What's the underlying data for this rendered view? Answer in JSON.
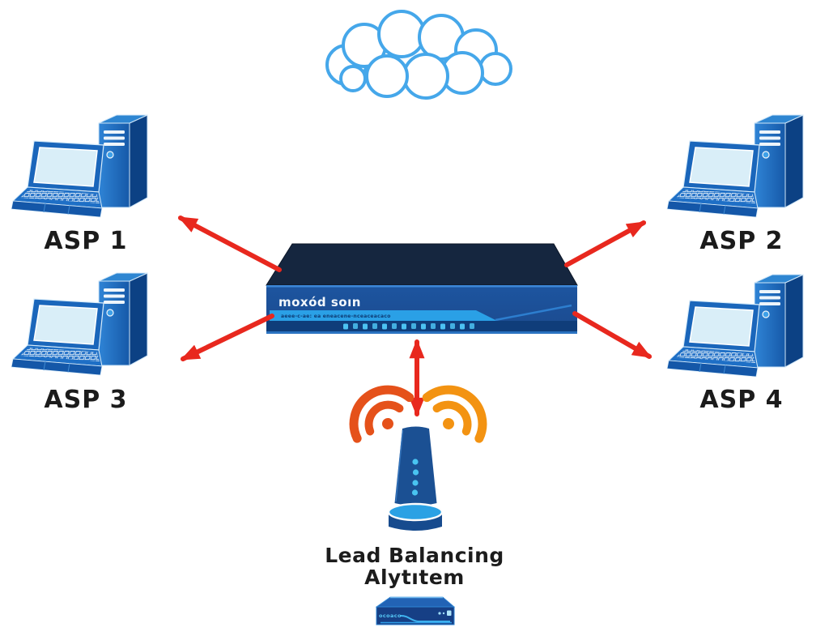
{
  "diagram": {
    "type": "network-load-balancing-topology",
    "caption": {
      "line1": "Lead Balancing",
      "line2": "Alytıtem"
    },
    "workstations": [
      {
        "id": "asp-1",
        "label": "ASP 1"
      },
      {
        "id": "asp-2",
        "label": "ASP 2"
      },
      {
        "id": "asp-3",
        "label": "ASP 3"
      },
      {
        "id": "asp-4",
        "label": "ASP 4"
      }
    ],
    "load_balancer": {
      "brand_text": "moxód soın",
      "panel_text": "aeee-c-ae: ea eneacene-nceaceacaco",
      "port_count": 14
    },
    "access_point": {
      "status_dot_count": 4,
      "wifi_signals": [
        "wifi-signal-left",
        "wifi-signal-right"
      ]
    },
    "mini_device": {
      "panel_text": "ocoaco"
    },
    "connections": [
      "load-balancer → asp-1",
      "load-balancer → asp-2",
      "load-balancer → asp-3",
      "load-balancer → asp-4",
      "load-balancer ↔ access-point"
    ],
    "icons": [
      "cloud-icon",
      "laptop-icon",
      "desktop-tower-icon",
      "load-balancer-icon",
      "wifi-signal-left-icon",
      "wifi-signal-right-icon",
      "access-point-icon",
      "mini-router-icon",
      "red-arrow-icon"
    ],
    "colors": {
      "cloud_stroke": "#45a7ea",
      "arrow_red": "#e8281e",
      "device_blue": "#1c4f96",
      "device_navy": "#15263f",
      "accent_stripe": "#2aa0e6",
      "wifi_left": "#e5511a",
      "wifi_right": "#f39312",
      "text_black": "#1b1b1b"
    }
  }
}
